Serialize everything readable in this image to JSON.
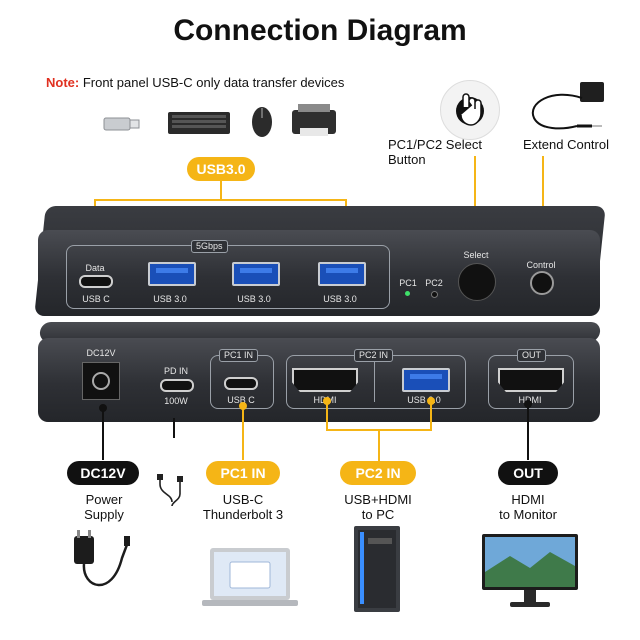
{
  "title": "Connection Diagram",
  "note": {
    "prefix": "Note:",
    "text": " Front panel USB-C only data transfer devices"
  },
  "top_labels": {
    "select_button": "PC1/PC2 Select Button",
    "extend_control": "Extend Control"
  },
  "usb_badge": "USB3.0",
  "front_panel": {
    "speed_tab": "5Gbps",
    "data_label": "Data",
    "usbc_label": "USB C",
    "usb30_labels": [
      "USB 3.0",
      "USB 3.0",
      "USB 3.0"
    ],
    "pc1_led": "PC1",
    "pc2_led": "PC2",
    "select_label": "Select",
    "control_label": "Control"
  },
  "rear_panel": {
    "dc_label": "DC12V",
    "pd_label": "PD IN",
    "pd_watt": "100W",
    "pc1_tab": "PC1 IN",
    "pc1_port": "USB C",
    "pc2_tab": "PC2 IN",
    "pc2_hdmi": "HDMI",
    "pc2_usb": "USB 3.0",
    "out_tab": "OUT",
    "out_hdmi": "HDMI"
  },
  "connections": [
    {
      "badge": "DC12V",
      "line1": "Power",
      "line2": "Supply"
    },
    {
      "badge": "PC1 IN",
      "line1": "USB-C",
      "line2": "Thunderbolt 3"
    },
    {
      "badge": "PC2 IN",
      "line1": "USB+HDMI",
      "line2": "to PC"
    },
    {
      "badge": "OUT",
      "line1": "HDMI",
      "line2": "to Monitor"
    }
  ],
  "colors": {
    "accent": "#f5b516",
    "note_red": "#e03020",
    "panel": "#2e3035",
    "usb_blue": "#1a4fb8"
  }
}
